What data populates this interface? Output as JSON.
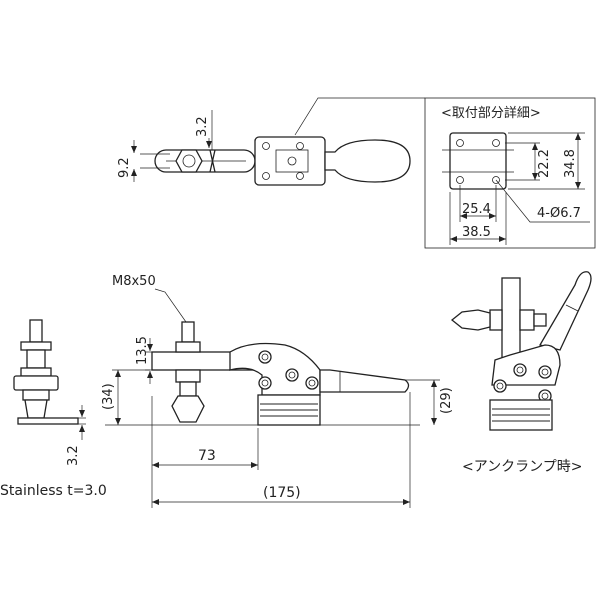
{
  "detail_box": {
    "title": "<取付部分詳細>",
    "dim_22_2": "22.2",
    "dim_34_8": "34.8",
    "dim_25_4": "25.4",
    "dim_38_5": "38.5",
    "hole_spec": "4-Ø6.7"
  },
  "top_view": {
    "dim_3_2": "3.2",
    "dim_9_2": "9.2"
  },
  "front_view": {
    "bolt_label": "M8x50",
    "dim_13_5": "13.5",
    "dim_34": "(34)",
    "dim_29": "(29)",
    "dim_73": "73",
    "dim_175": "(175)"
  },
  "side_view": {
    "dim_3_2": "3.2",
    "material": "Stainless t=3.0"
  },
  "open_view": {
    "caption": "<アンクランプ時>"
  }
}
